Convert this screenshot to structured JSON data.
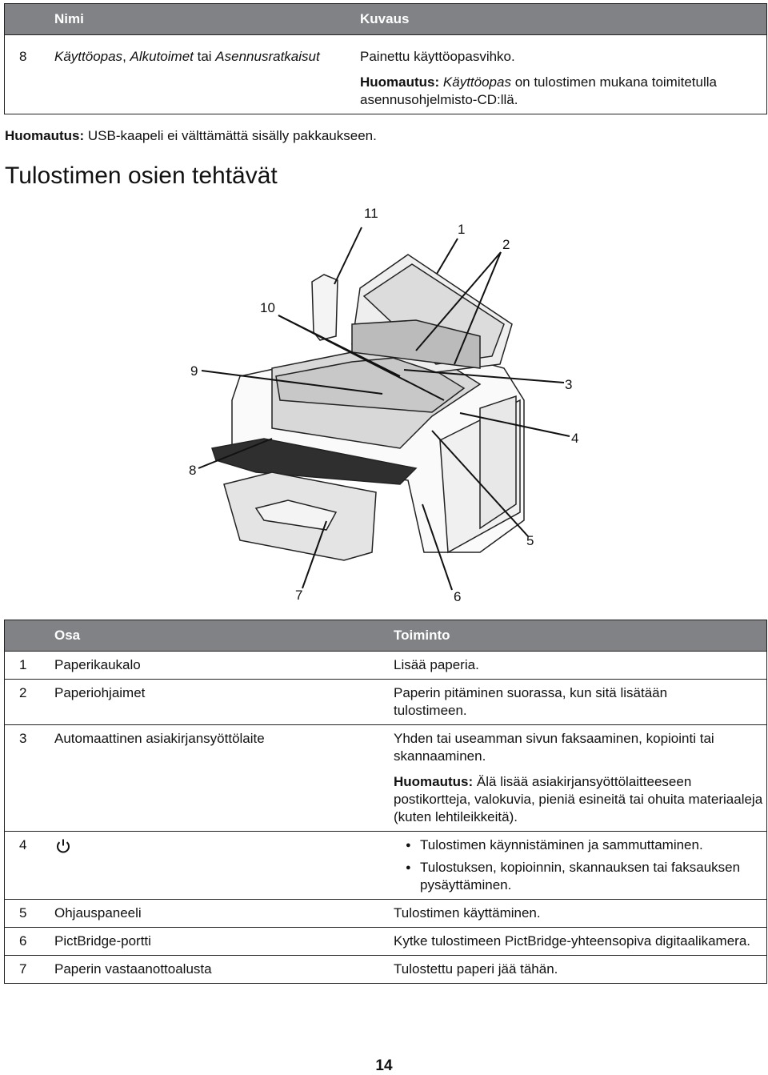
{
  "top_table": {
    "header": {
      "name": "Nimi",
      "desc": "Kuvaus"
    },
    "row": {
      "num": "8",
      "name_italic_1": "Käyttöopas",
      "name_sep_1": ", ",
      "name_italic_2": "Alkutoimet",
      "name_sep_2": " tai ",
      "name_italic_3": "Asennusratkaisut",
      "desc": "Painettu käyttöopasvihko.",
      "note_label": "Huomautus:",
      "note_italic": "Käyttöopas",
      "note_text": " on tulostimen mukana toimitetulla asennusohjelmisto-CD:llä."
    }
  },
  "usb_note": {
    "label": "Huomautus:",
    "text": " USB-kaapeli ei välttämättä sisälly pakkaukseen."
  },
  "section_title": "Tulostimen osien tehtävät",
  "figure": {
    "callouts": [
      "11",
      "1",
      "2",
      "10",
      "9",
      "3",
      "4",
      "8",
      "5",
      "7",
      "6"
    ]
  },
  "parts_table": {
    "header": {
      "part": "Osa",
      "function": "Toiminto"
    },
    "rows": [
      {
        "num": "1",
        "part": "Paperikaukalo",
        "function": "Lisää paperia."
      },
      {
        "num": "2",
        "part": "Paperiohjaimet",
        "function": "Paperin pitäminen suorassa, kun sitä lisätään tulostimeen."
      },
      {
        "num": "3",
        "part": "Automaattinen asiakirjansyöttölaite",
        "function": "Yhden tai useamman sivun faksaaminen, kopiointi tai skannaaminen.",
        "note_label": "Huomautus:",
        "note_text": " Älä lisää asiakirjansyöttölaitteeseen postikortteja, valokuvia, pieniä esineitä tai ohuita materiaaleja (kuten lehtileikkeitä)."
      },
      {
        "num": "4",
        "part_icon": "power-icon",
        "bullets": [
          "Tulostimen käynnistäminen ja sammuttaminen.",
          "Tulostuksen, kopioinnin, skannauksen tai faksauksen pysäyttäminen."
        ]
      },
      {
        "num": "5",
        "part": "Ohjauspaneeli",
        "function": "Tulostimen käyttäminen."
      },
      {
        "num": "6",
        "part": "PictBridge-portti",
        "function": "Kytke tulostimeen PictBridge-yhteensopiva digitaalikamera."
      },
      {
        "num": "7",
        "part": "Paperin vastaanottoalusta",
        "function": "Tulostettu paperi jää tähän."
      }
    ]
  },
  "page_number": "14"
}
